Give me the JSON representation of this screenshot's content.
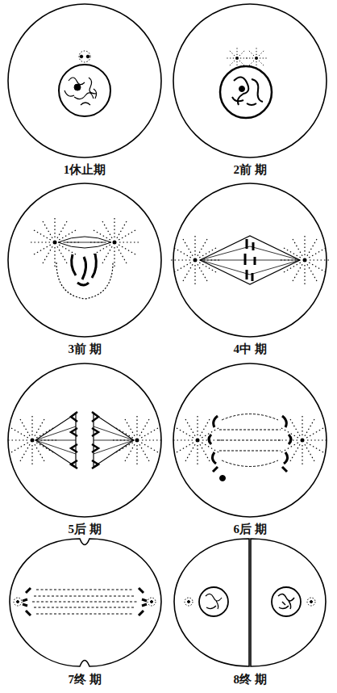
{
  "diagram": {
    "labels": [
      "1休止期",
      "2前 期",
      "3前 期",
      "4中 期",
      "5后 期",
      "6后 期",
      "7终 期",
      "8终 期"
    ]
  }
}
